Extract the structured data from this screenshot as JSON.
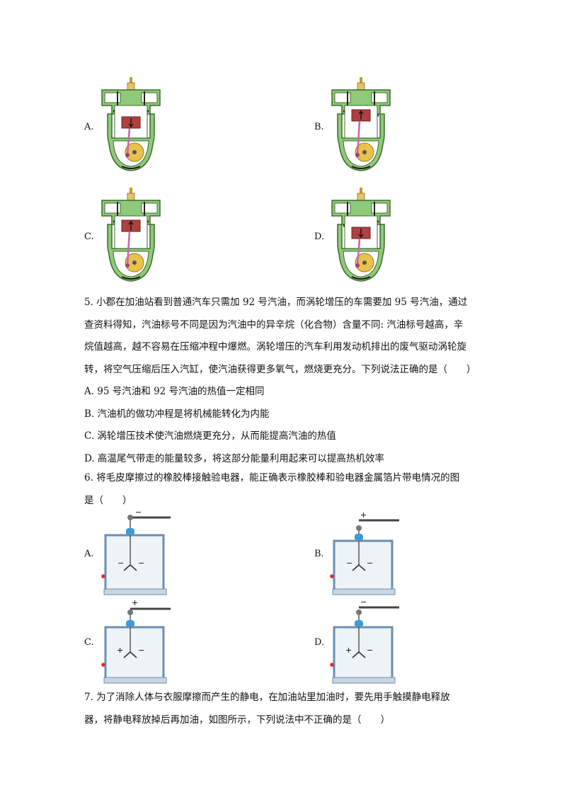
{
  "q4": {
    "options": [
      "A.",
      "B.",
      "C.",
      "D."
    ]
  },
  "q5": {
    "stem_lines": [
      "5. 小郡在加油站看到普通汽车只需加 92 号汽油，而涡轮增压的车需要加 95 号汽油，通过",
      "查资料得知，汽油标号不同是因为汽油中的异辛烷（化合物）含量不同: 汽油标号越高，辛",
      "烷值越高，越不容易在压缩冲程中爆燃。涡轮增压的汽车利用发动机排出的废气驱动涡轮旋",
      "转，将空气压缩后压入汽缸，使汽油获得更多氧气，燃烧更充分。下列说法正确的是（　　）"
    ],
    "choices": [
      "A. 95 号汽油和 92 号汽油的热值一定相同",
      "B.  汽油机的做功冲程是将机械能转化为内能",
      "C.  涡轮增压技术使汽油燃烧更充分，从而能提高汽油的热值",
      "D.  高温尾气带走的能量较多，将这部分能量利用起来可以提高热机效率"
    ]
  },
  "q6": {
    "stem_lines": [
      "6. 将毛皮摩擦过的橡胶棒接触验电器，能正确表示橡胶棒和验电器金属箔片带电情况的图",
      "是（　　）"
    ],
    "options": [
      "A.",
      "B.",
      "C.",
      "D."
    ],
    "rod_signs": [
      "−",
      "+",
      "+",
      "−"
    ],
    "left_leaf_signs": [
      "−",
      "−",
      "+",
      "+"
    ],
    "right_leaf_signs": [
      "−",
      "−",
      "−",
      "−"
    ]
  },
  "q7": {
    "stem_lines": [
      "7. 为了消除人体与衣服摩擦而产生的静电，在加油站里加油时，要先用手触摸静电释放",
      "器，将静电释放掉后再加油，如图所示，下列说法中不正确的是（　　）"
    ]
  },
  "colors": {
    "engine_green": "#8fc97a",
    "engine_outline": "#3d6b2f",
    "piston_red": "#b04040",
    "crank_yellow": "#e8c24a",
    "rod_pink": "#c86aa8",
    "case_blue": "#6a8fb0",
    "knob_blue": "#3b9ad9",
    "hook_red": "#d03030"
  }
}
